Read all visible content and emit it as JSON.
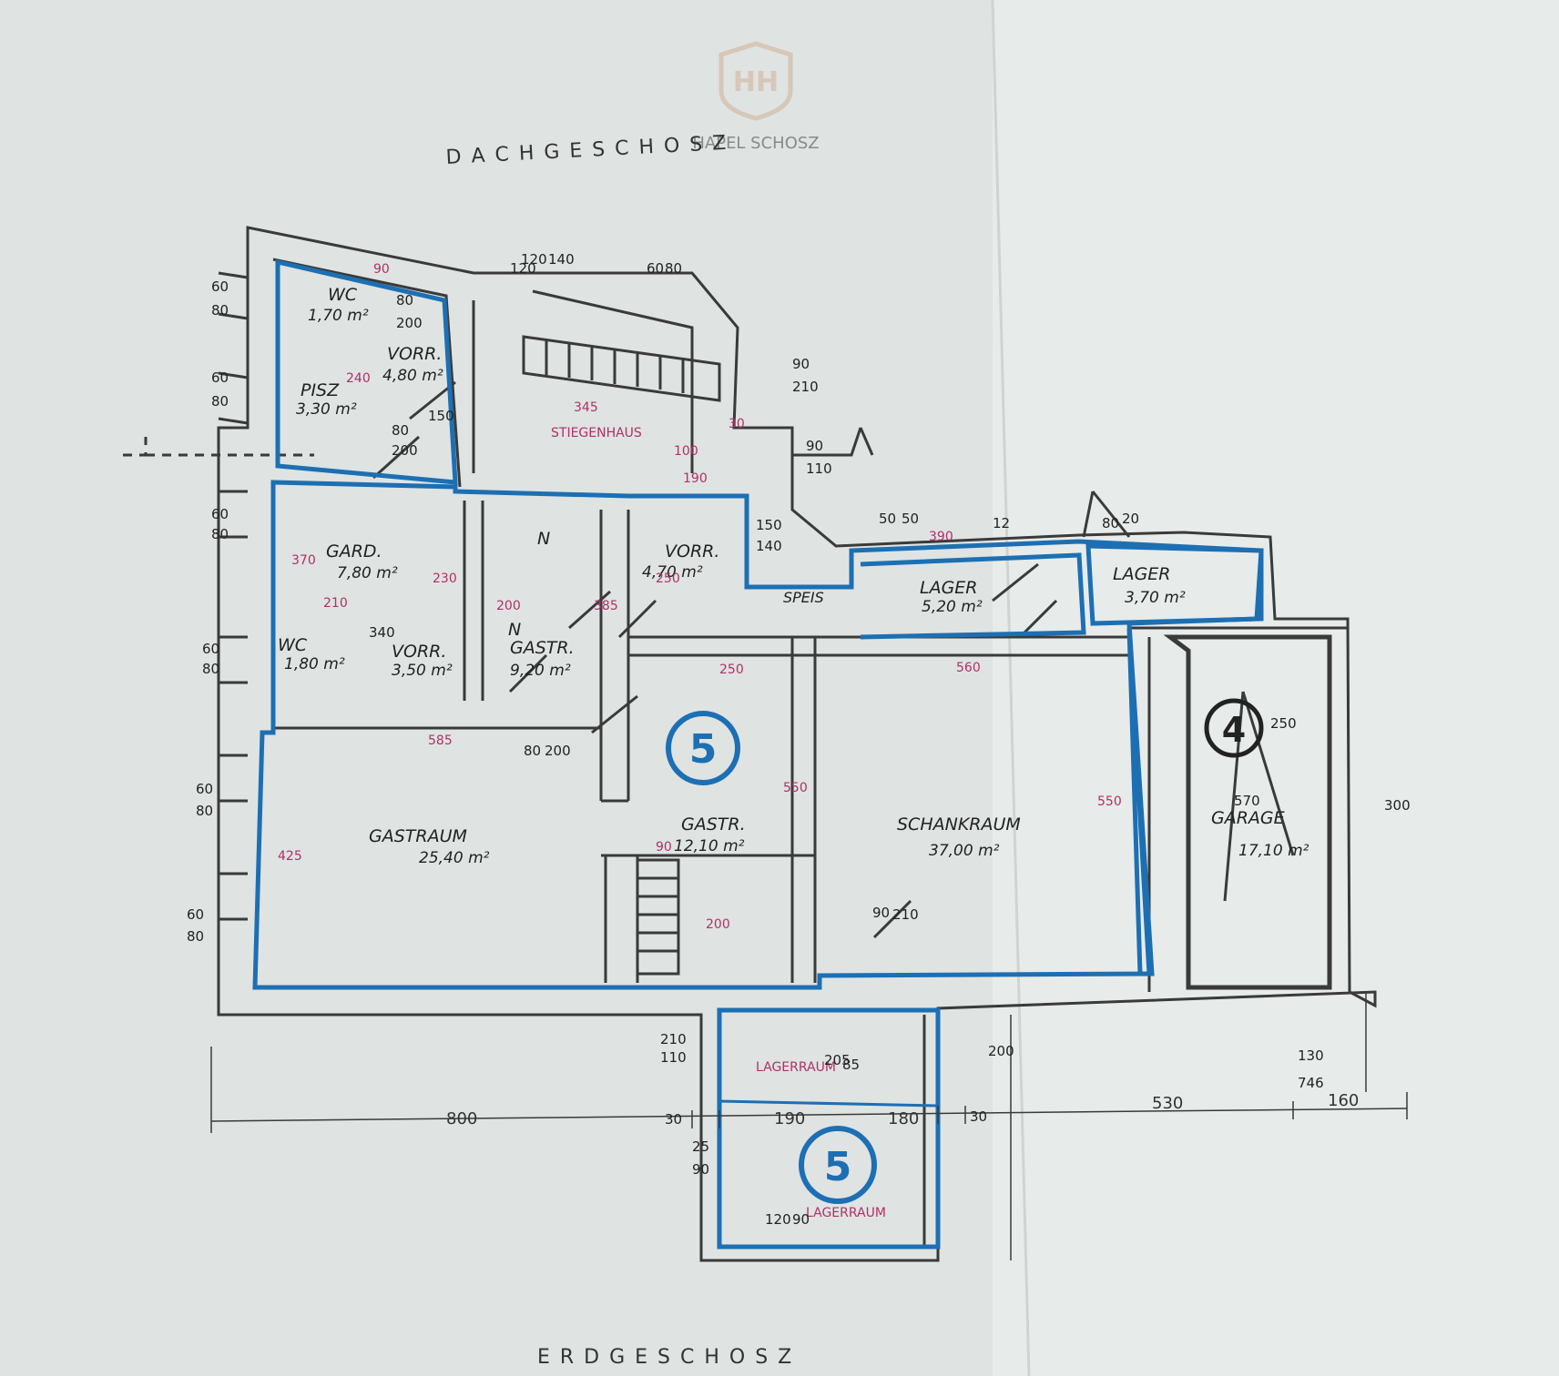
{
  "headings": {
    "top": "D A C H G E S C H O S Z",
    "bottom": "E R D G E S C H O S Z"
  },
  "watermark": "HAPEL SCHOSZ",
  "colors": {
    "outline": "#1d6fb3",
    "wall": "#3a3a3a",
    "dimension": "#b0306a",
    "paper": "#dfe3e2"
  },
  "units": [
    {
      "number": "5",
      "label": "main"
    },
    {
      "number": "4",
      "label": "garage"
    },
    {
      "number": "5",
      "label": "storage"
    }
  ],
  "rooms": [
    {
      "name": "WC",
      "area": "1,70 m²"
    },
    {
      "name": "VORR.",
      "area": "4,80 m²"
    },
    {
      "name": "PISZ",
      "area": "3,30 m²"
    },
    {
      "name": "STIEGENHAUS",
      "area": ""
    },
    {
      "name": "GARD.",
      "area": "7,80 m²"
    },
    {
      "name": "N",
      "area": ""
    },
    {
      "name": "VORR.",
      "area": "4,70 m²"
    },
    {
      "name": "SPEIS",
      "area": ""
    },
    {
      "name": "LAGER",
      "area": "5,20 m²"
    },
    {
      "name": "LAGER",
      "area": "3,70 m²"
    },
    {
      "name": "WC",
      "area": "1,80 m²"
    },
    {
      "name": "VORR.",
      "area": "3,50 m²"
    },
    {
      "name": "N",
      "area": ""
    },
    {
      "name": "GASTR.",
      "area": "9,20 m²"
    },
    {
      "name": "GASTRAUM",
      "area": "25,40 m²"
    },
    {
      "name": "GASTR.",
      "area": "12,10 m²"
    },
    {
      "name": "SCHANKRAUM",
      "area": "37,00 m²"
    },
    {
      "name": "GARAGE",
      "area": "17,10 m²"
    },
    {
      "name": "LAGERRAUM",
      "area": ""
    },
    {
      "name": "LAGERRAUM",
      "area": ""
    }
  ],
  "dimensions": {
    "bottom": [
      "800",
      "30",
      "190",
      "180",
      "30",
      "530",
      "160"
    ],
    "left_window_pairs": [
      [
        "60",
        "80"
      ],
      [
        "60",
        "80"
      ],
      [
        "60",
        "80"
      ],
      [
        "60",
        "80"
      ],
      [
        "60",
        "80"
      ],
      [
        "60",
        "80"
      ]
    ],
    "misc": [
      "90",
      "120",
      "140",
      "60",
      "80",
      "80",
      "200",
      "150",
      "80",
      "200",
      "345",
      "120",
      "30",
      "100",
      "90",
      "210",
      "90",
      "110",
      "190",
      "150",
      "140",
      "50",
      "50",
      "390",
      "12",
      "80",
      "20",
      "560",
      "250",
      "585",
      "80",
      "200",
      "550",
      "550",
      "425",
      "90",
      "200",
      "210",
      "110",
      "205",
      "85",
      "200",
      "130",
      "746",
      "250",
      "570",
      "300",
      "25",
      "90",
      "120",
      "90",
      "200",
      "385",
      "370",
      "230",
      "210",
      "340",
      "240",
      "90",
      "210",
      "250"
    ]
  }
}
